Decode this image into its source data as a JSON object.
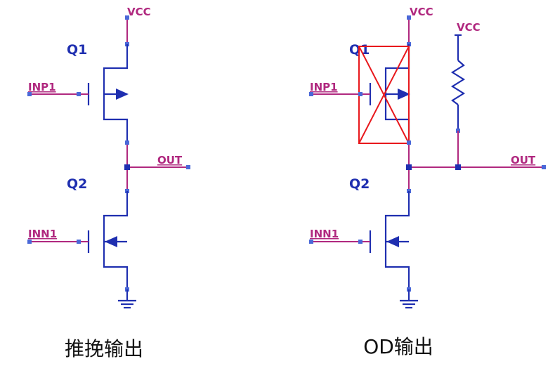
{
  "circuits": [
    {
      "id": "push-pull",
      "vcc_label": "VCC",
      "q1_label": "Q1",
      "q2_label": "Q2",
      "input_p_label": "INP1",
      "input_n_label": "INN1",
      "output_label": "OUT",
      "caption": "推挽输出"
    },
    {
      "id": "open-drain",
      "vcc_label": "VCC",
      "pullup_vcc_label": "VCC",
      "q1_label": "Q1",
      "q2_label": "Q2",
      "input_p_label": "INP1",
      "input_n_label": "INN1",
      "output_label": "OUT",
      "caption": "OD输出",
      "q1_disabled": true
    }
  ],
  "colors": {
    "net_wire": "#b0287f",
    "device": "#1f2fb0",
    "pin_marker": "#4a68d8",
    "disabled_cross": "#e8181c"
  }
}
